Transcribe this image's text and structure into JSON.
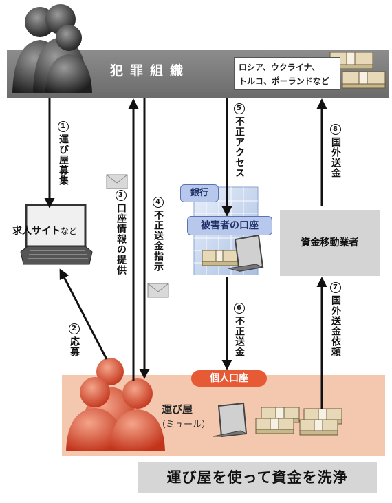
{
  "organization": {
    "label": "犯罪組織",
    "countries_line1": "ロシア、ウクライナ、",
    "countries_line2": "トルコ、ポーランドなど"
  },
  "job_site": {
    "label": "求人サイト",
    "suffix": "など"
  },
  "bank": {
    "label": "銀行",
    "victim_account": "被害者の口座"
  },
  "transfer_operator": {
    "label": "資金移動業者"
  },
  "personal_account": {
    "label": "個人口座"
  },
  "mule": {
    "name": "運び屋",
    "sub": "（ミュール）"
  },
  "steps": [
    {
      "num": "1",
      "text": "運び屋募集"
    },
    {
      "num": "2",
      "text": "応募"
    },
    {
      "num": "3",
      "text": "口座情報の提供"
    },
    {
      "num": "4",
      "text": "不正送金指示"
    },
    {
      "num": "5",
      "text": "不正アクセス"
    },
    {
      "num": "6",
      "text": "不正送金"
    },
    {
      "num": "7",
      "text": "国外送金依頼"
    },
    {
      "num": "8",
      "text": "国外送金"
    }
  ],
  "title": "運び屋を使って資金を洗浄",
  "colors": {
    "org_bar": "#777777",
    "bank_blue": "#b7c8ec",
    "personal_zone": "#f3c8ae",
    "personal_tag": "#e65a36",
    "people_dark": "#2a2a2a",
    "people_red": "#d8431f"
  }
}
